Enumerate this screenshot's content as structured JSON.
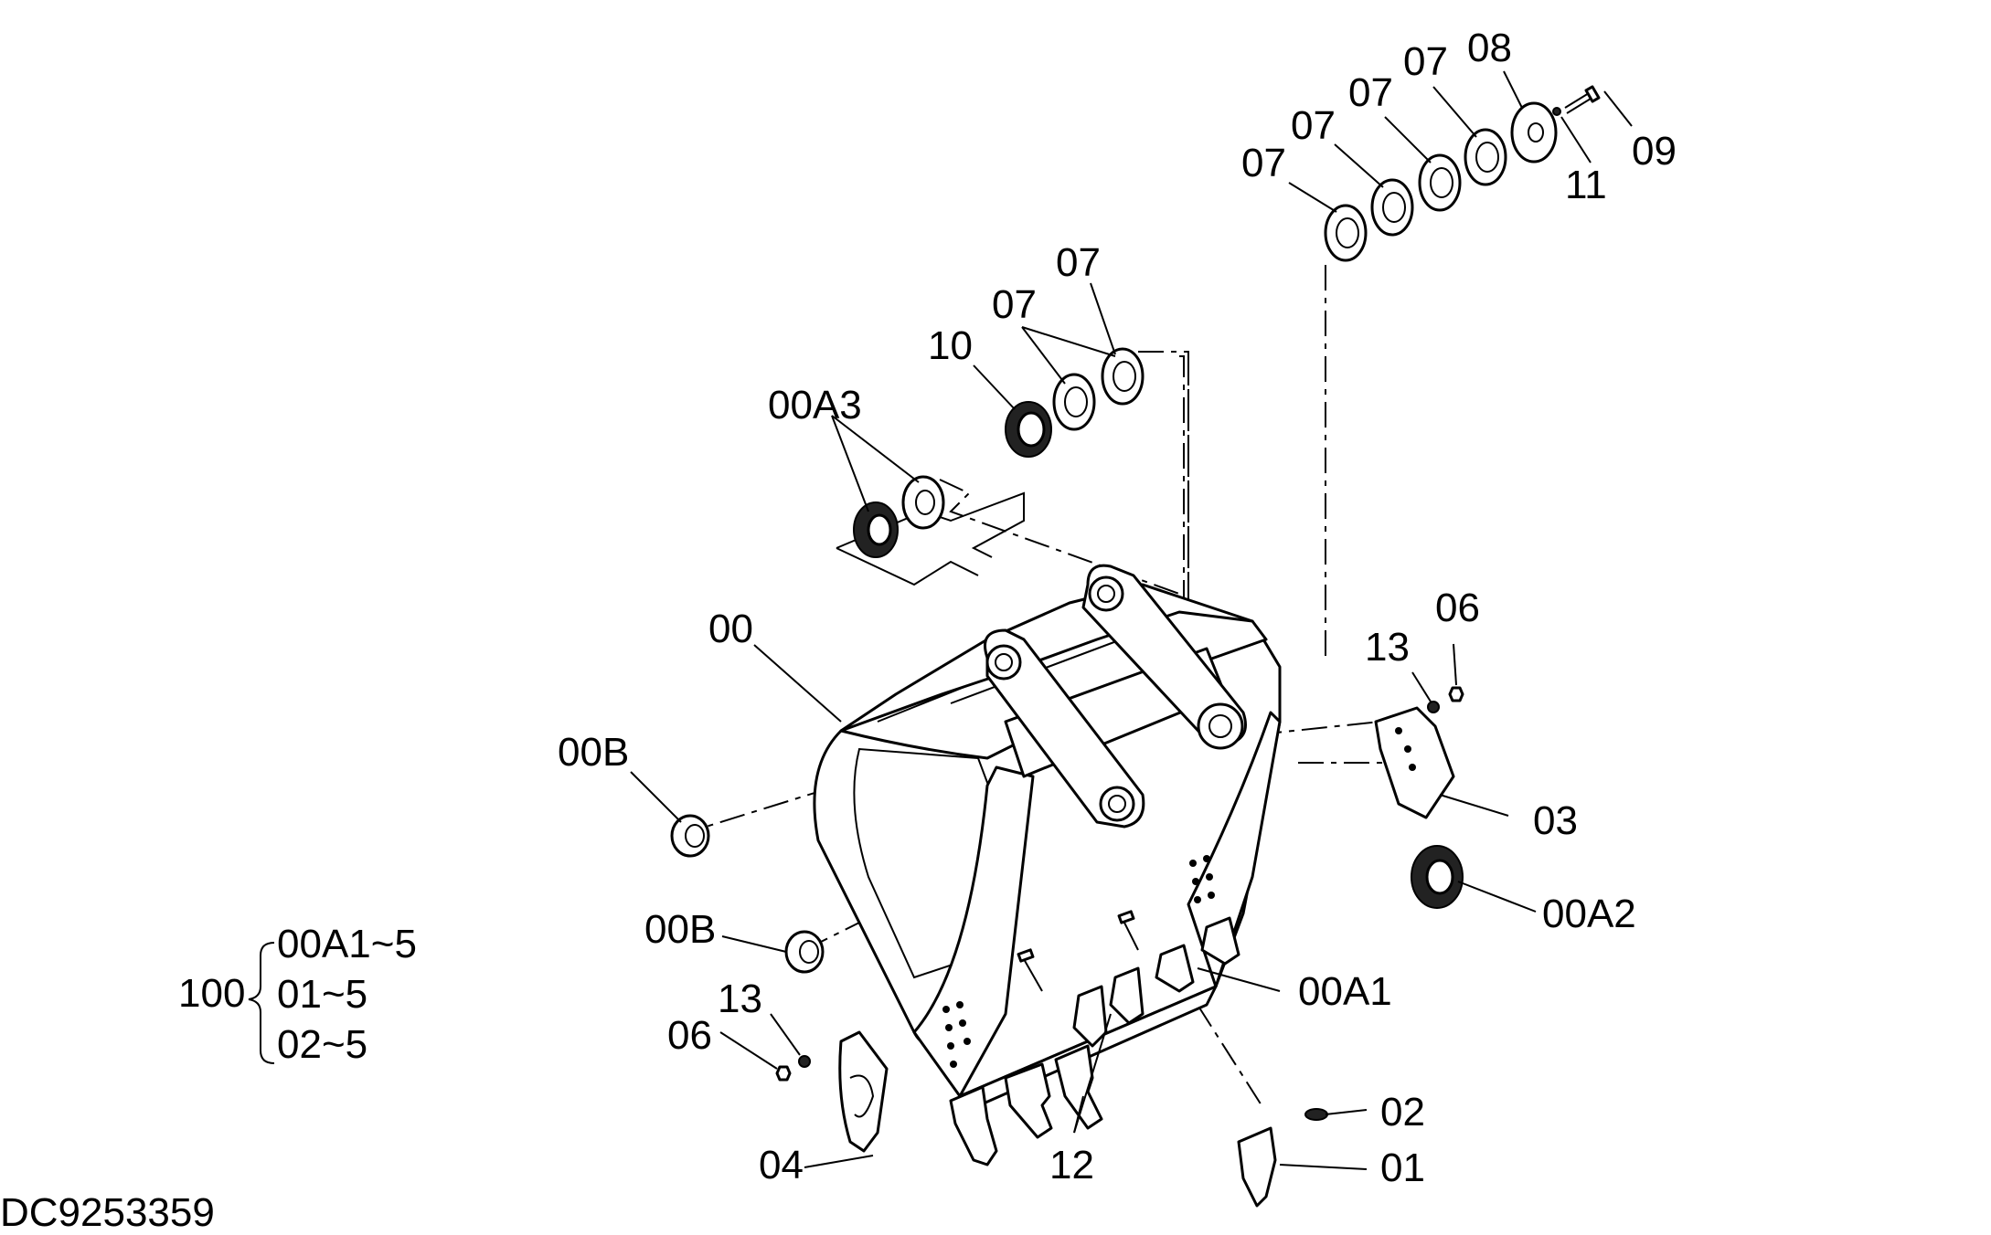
{
  "drawing_id": "DC9253359",
  "callouts": {
    "c00": "00",
    "c00B_upper": "00B",
    "c00B_lower": "00B",
    "c00A1": "00A1",
    "c00A2": "00A2",
    "c00A3": "00A3",
    "c01": "01",
    "c02": "02",
    "c03": "03",
    "c04": "04",
    "c06_right": "06",
    "c06_left": "06",
    "c07_a": "07",
    "c07_b": "07",
    "c07_c": "07",
    "c07_d": "07",
    "c07_e": "07",
    "c07_f": "07",
    "c08": "08",
    "c09": "09",
    "c10": "10",
    "c11": "11",
    "c12": "12",
    "c13_right": "13",
    "c13_left": "13"
  },
  "assembly_set": {
    "number": "100",
    "items": [
      "00A1~5",
      "01~5",
      "02~5"
    ]
  }
}
